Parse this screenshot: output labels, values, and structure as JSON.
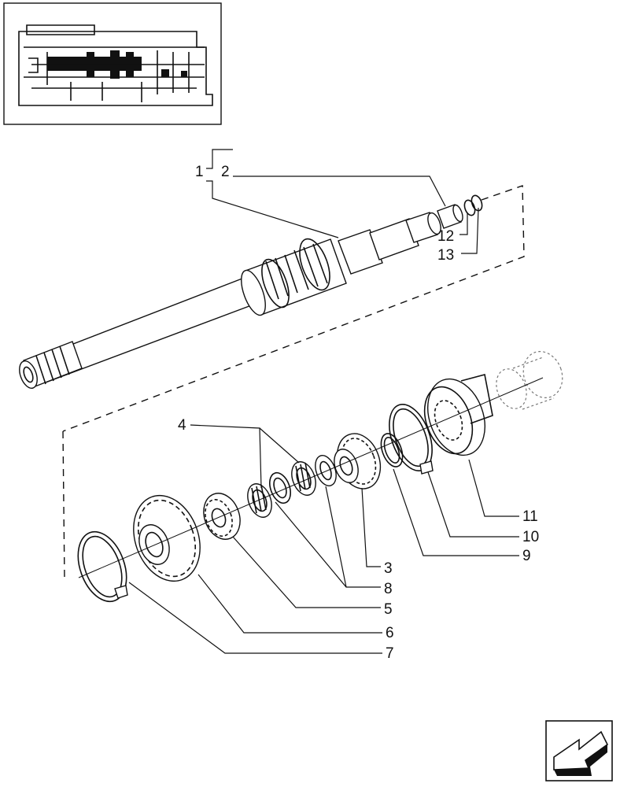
{
  "diagram": {
    "callouts": [
      {
        "id": "1",
        "text": "1"
      },
      {
        "id": "2",
        "text": "2"
      },
      {
        "id": "3",
        "text": "3"
      },
      {
        "id": "4",
        "text": "4"
      },
      {
        "id": "5",
        "text": "5"
      },
      {
        "id": "6",
        "text": "6"
      },
      {
        "id": "7",
        "text": "7"
      },
      {
        "id": "8",
        "text": "8"
      },
      {
        "id": "9",
        "text": "9"
      },
      {
        "id": "10",
        "text": "10"
      },
      {
        "id": "11",
        "text": "11"
      },
      {
        "id": "12",
        "text": "12"
      },
      {
        "id": "13",
        "text": "13"
      }
    ]
  },
  "icons": {
    "inset": "transmission-section-thumbnail-icon",
    "nav": "next-page-arrow-icon"
  }
}
